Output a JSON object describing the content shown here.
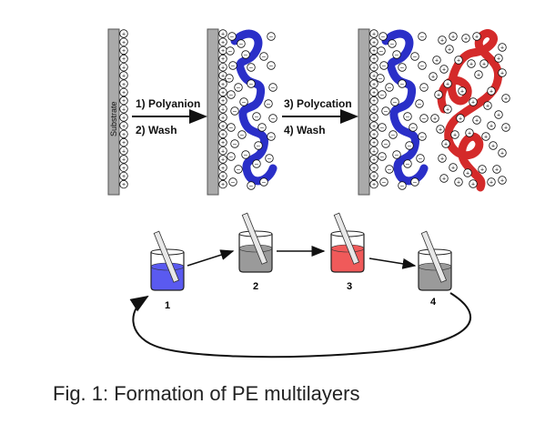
{
  "labels": {
    "substrate": "Substrate",
    "step1": "1) Polyanion",
    "step2": "2) Wash",
    "step3": "3) Polycation",
    "step4": "4) Wash",
    "beaker1": "1",
    "beaker2": "2",
    "beaker3": "3",
    "beaker4": "4"
  },
  "caption": "Fig. 1: Formation of PE multilayers",
  "colors": {
    "polyanion": "#2a2fc8",
    "polycation": "#d42a2a",
    "substrate": "#aaaaaa",
    "beaker_blue": "#5a5af0",
    "beaker_gray": "#9a9a9a",
    "beaker_red": "#f05a5a"
  },
  "symbols": {
    "plus": "+",
    "minus": "–"
  },
  "icons": [
    "substrate-panel",
    "polymer-coil",
    "charge-plus",
    "charge-minus",
    "beaker",
    "arrow"
  ]
}
